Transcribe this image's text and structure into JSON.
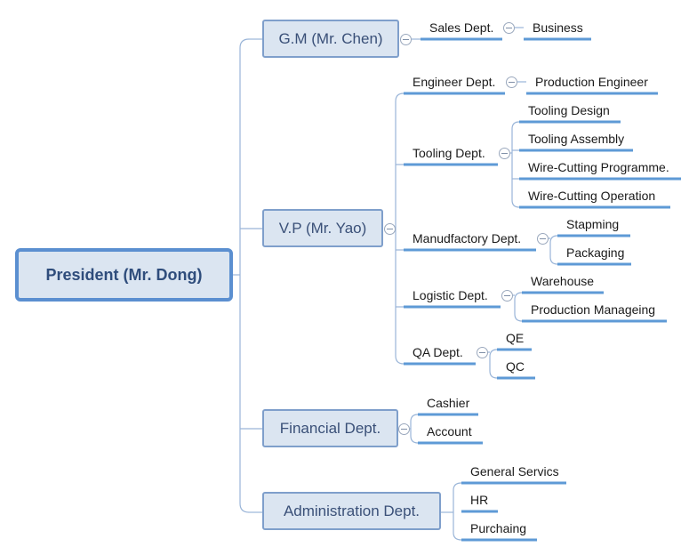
{
  "root": "President (Mr. Dong)",
  "branches": [
    {
      "label": "G.M (Mr. Chen)",
      "children": [
        {
          "label": "Sales Dept.",
          "children": [
            {
              "label": "Business"
            }
          ]
        }
      ]
    },
    {
      "label": "V.P (Mr. Yao)",
      "children": [
        {
          "label": "Engineer Dept.",
          "children": [
            {
              "label": "Production Engineer"
            }
          ]
        },
        {
          "label": "Tooling Dept.",
          "children": [
            {
              "label": "Tooling Design"
            },
            {
              "label": "Tooling Assembly"
            },
            {
              "label": "Wire-Cutting Programme."
            },
            {
              "label": "Wire-Cutting Operation"
            }
          ]
        },
        {
          "label": "Manudfactory Dept.",
          "children": [
            {
              "label": "Stapming"
            },
            {
              "label": "Packaging"
            }
          ]
        },
        {
          "label": "Logistic Dept.",
          "children": [
            {
              "label": "Warehouse"
            },
            {
              "label": "Production Manageing"
            }
          ]
        },
        {
          "label": "QA Dept.",
          "children": [
            {
              "label": "QE"
            },
            {
              "label": "QC"
            }
          ]
        }
      ]
    },
    {
      "label": "Financial Dept.",
      "children": [
        {
          "label": "Cashier"
        },
        {
          "label": "Account"
        }
      ]
    },
    {
      "label": "Administration Dept.",
      "children": [
        {
          "label": "General Servics"
        },
        {
          "label": "HR"
        },
        {
          "label": "Purchaing"
        }
      ]
    }
  ],
  "colors": {
    "line": "#5e9ad6",
    "connector": "#9ab5d8",
    "box_fill": "#dbe5f1",
    "box_border": "#7f9fcb",
    "root_border": "#5b8fd0"
  }
}
